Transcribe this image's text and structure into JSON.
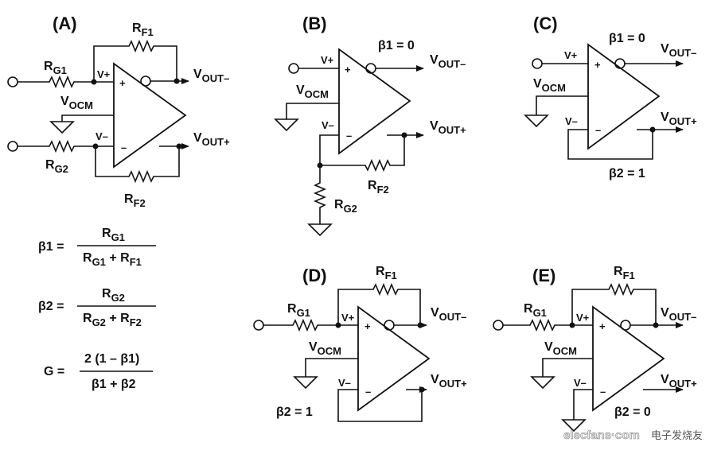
{
  "panels": {
    "a": {
      "title": "(A)",
      "rf1": "R",
      "rf1_sub": "F1",
      "rg1": "R",
      "rg1_sub": "G1",
      "rg2": "R",
      "rg2_sub": "G2",
      "rf2": "R",
      "rf2_sub": "F2",
      "vplus": "V+",
      "vminus": "V–",
      "plus": "+",
      "minus": "–",
      "vocm": "V",
      "vocm_sub": "OCM",
      "voutm": "V",
      "voutm_sub": "OUT–",
      "voutp": "V",
      "voutp_sub": "OUT+"
    },
    "b": {
      "title": "(B)",
      "beta1": "β1 = 0",
      "vplus": "V+",
      "vminus": "V–",
      "plus": "+",
      "minus": "–",
      "vocm": "V",
      "vocm_sub": "OCM",
      "voutm": "V",
      "voutm_sub": "OUT–",
      "voutp": "V",
      "voutp_sub": "OUT+",
      "rf2": "R",
      "rf2_sub": "F2",
      "rg2": "R",
      "rg2_sub": "G2"
    },
    "c": {
      "title": "(C)",
      "beta1": "β1 = 0",
      "beta2": "β2 = 1",
      "vplus": "V+",
      "vminus": "V–",
      "plus": "+",
      "minus": "–",
      "vocm": "V",
      "vocm_sub": "OCM",
      "voutm": "V",
      "voutm_sub": "OUT–",
      "voutp": "V",
      "voutp_sub": "OUT+"
    },
    "d": {
      "title": "(D)",
      "rf1": "R",
      "rf1_sub": "F1",
      "rg1": "R",
      "rg1_sub": "G1",
      "beta2": "β2 = 1",
      "vplus": "V+",
      "vminus": "V–",
      "plus": "+",
      "minus": "–",
      "vocm": "V",
      "vocm_sub": "OCM",
      "voutm": "V",
      "voutm_sub": "OUT–",
      "voutp": "V",
      "voutp_sub": "OUT+"
    },
    "e": {
      "title": "(E)",
      "rf1": "R",
      "rf1_sub": "F1",
      "rg1": "R",
      "rg1_sub": "G1",
      "beta2": "β2 = 0",
      "vplus": "V+",
      "vminus": "V–",
      "plus": "+",
      "minus": "–",
      "vocm": "V",
      "vocm_sub": "OCM",
      "voutm": "V",
      "voutm_sub": "OUT–",
      "voutp": "V",
      "voutp_sub": "OUT+"
    }
  },
  "equations": {
    "beta1": {
      "lhs": "β1 =",
      "num": "R",
      "num_sub": "G1",
      "den1": "R",
      "den1_sub": "G1",
      "den_plus": " + R",
      "den2_sub": "F1"
    },
    "beta2": {
      "lhs": "β2 =",
      "num": "R",
      "num_sub": "G2",
      "den1": "R",
      "den1_sub": "G2",
      "den_plus": " + R",
      "den2_sub": "F2"
    },
    "gain": {
      "lhs": "G =",
      "num": "2 (1 – β1)",
      "den": "β1 + β2"
    }
  },
  "watermark": {
    "text": "elecfans·com",
    "cn": "电子发烧友"
  }
}
